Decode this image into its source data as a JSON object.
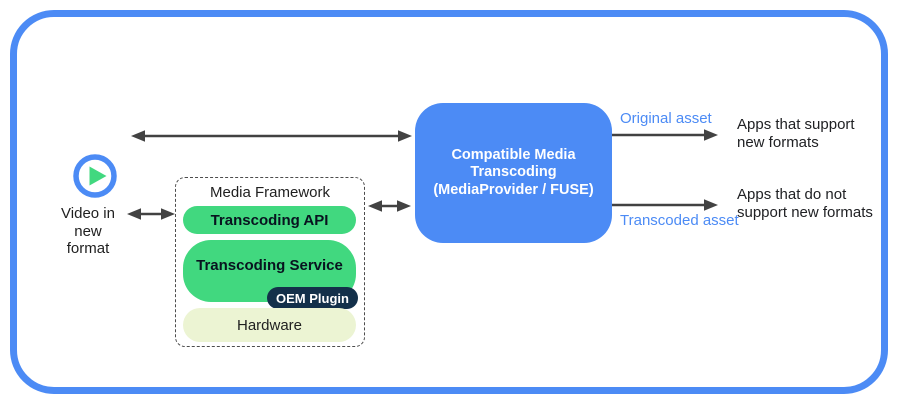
{
  "colors": {
    "primary_blue": "#4C8BF5",
    "pill_green": "#41D87F",
    "hardware_pale_green": "#ECF4D3",
    "oem_navy": "#13304A",
    "arrow_gray": "#424242",
    "text_dark": "#202124"
  },
  "source": {
    "icon": "play-icon",
    "label_lines": [
      "Video in",
      "new",
      "format"
    ]
  },
  "media_framework": {
    "title": "Media Framework",
    "transcoding_api": "Transcoding API",
    "transcoding_service": "Transcoding Service",
    "oem_plugin": "OEM Plugin",
    "hardware": "Hardware"
  },
  "transcoding_box": {
    "line1": "Compatible Media",
    "line2": "Transcoding",
    "line3": "(MediaProvider / FUSE)"
  },
  "outputs": {
    "original": {
      "asset_label": "Original asset",
      "target_line1": "Apps that support",
      "target_line2": "new formats"
    },
    "transcoded": {
      "asset_label": "Transcoded asset",
      "target_line1": "Apps that do not",
      "target_line2": "support new formats"
    }
  }
}
